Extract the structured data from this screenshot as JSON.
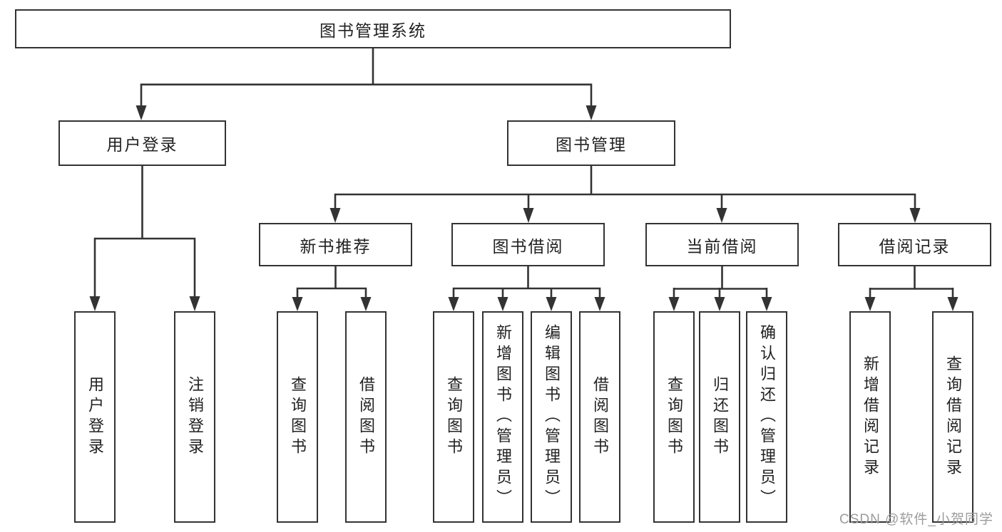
{
  "nodes": {
    "root": "图书管理系统",
    "level2": [
      "用户登录",
      "图书管理"
    ],
    "level3": [
      "新书推荐",
      "图书借阅",
      "当前借阅",
      "借阅记录"
    ],
    "login_leaves": [
      "用户登录",
      "注销登录"
    ],
    "new_book_leaves": [
      "查询图书",
      "借阅图书"
    ],
    "borrow_leaves": [
      "查询图书",
      "新增图书（管理员）",
      "编辑图书（管理员）",
      "借阅图书"
    ],
    "current_leaves": [
      "查询图书",
      "归还图书",
      "确认归还（管理员）"
    ],
    "record_leaves": [
      "新增借阅记录",
      "查询借阅记录"
    ]
  },
  "colors": {
    "line": "#333333",
    "text": "#222222",
    "watermark": "#9c9c9c"
  },
  "watermark": "CSDN @软件_小贺同学"
}
